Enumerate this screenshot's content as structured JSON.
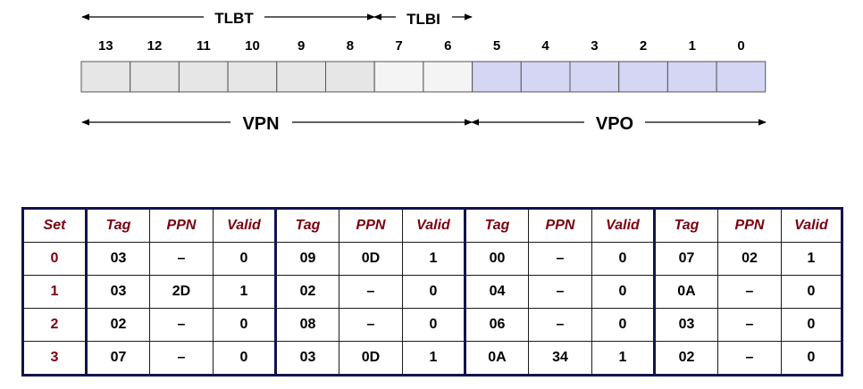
{
  "bit_numbers": [
    "13",
    "12",
    "11",
    "10",
    "9",
    "8",
    "7",
    "6",
    "5",
    "4",
    "3",
    "2",
    "1",
    "0"
  ],
  "range_labels": {
    "tlbt": "TLBT",
    "tlbi": "TLBI",
    "vpn": "VPN",
    "vpo": "VPO"
  },
  "colors": {
    "tlbt_cells": "#e6e6e6",
    "tlbi_cells": "#f4f4f4",
    "vpo_cells": "#d4d6f3",
    "header_text": "#7a0010",
    "table_border": "#13134f"
  },
  "table": {
    "set_header": "Set",
    "group_headers": [
      "Tag",
      "PPN",
      "Valid"
    ],
    "rows": [
      {
        "set": "0",
        "ways": [
          [
            "03",
            "–",
            "0"
          ],
          [
            "09",
            "0D",
            "1"
          ],
          [
            "00",
            "–",
            "0"
          ],
          [
            "07",
            "02",
            "1"
          ]
        ]
      },
      {
        "set": "1",
        "ways": [
          [
            "03",
            "2D",
            "1"
          ],
          [
            "02",
            "–",
            "0"
          ],
          [
            "04",
            "–",
            "0"
          ],
          [
            "0A",
            "–",
            "0"
          ]
        ]
      },
      {
        "set": "2",
        "ways": [
          [
            "02",
            "–",
            "0"
          ],
          [
            "08",
            "–",
            "0"
          ],
          [
            "06",
            "–",
            "0"
          ],
          [
            "03",
            "–",
            "0"
          ]
        ]
      },
      {
        "set": "3",
        "ways": [
          [
            "07",
            "–",
            "0"
          ],
          [
            "03",
            "0D",
            "1"
          ],
          [
            "0A",
            "34",
            "1"
          ],
          [
            "02",
            "–",
            "0"
          ]
        ]
      }
    ]
  }
}
